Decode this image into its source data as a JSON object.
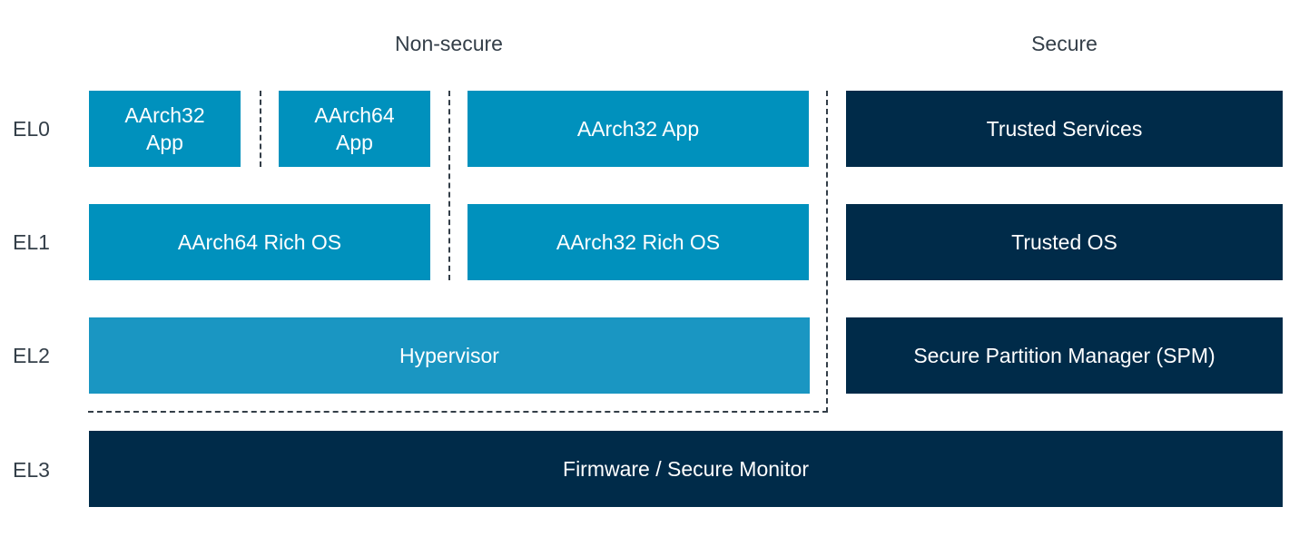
{
  "headers": {
    "nonsecure": "Non-secure",
    "secure": "Secure"
  },
  "levels": {
    "el0": "EL0",
    "el1": "EL1",
    "el2": "EL2",
    "el3": "EL3"
  },
  "nonsecure": {
    "el0": {
      "aarch32_app_small_line1": "AArch32",
      "aarch32_app_small_line2": "App",
      "aarch64_app_line1": "AArch64",
      "aarch64_app_line2": "App",
      "aarch32_app": "AArch32 App"
    },
    "el1": {
      "aarch64_rich_os": "AArch64 Rich OS",
      "aarch32_rich_os": "AArch32 Rich OS"
    },
    "el2": {
      "hypervisor": "Hypervisor"
    }
  },
  "secure": {
    "el0": "Trusted Services",
    "el1": "Trusted OS",
    "el2": "Secure Partition Manager (SPM)"
  },
  "el3": {
    "firmware": "Firmware / Secure Monitor"
  },
  "colors": {
    "nonsecure_box": "#0091bd",
    "hypervisor_box": "#1a96c2",
    "secure_box": "#002b49",
    "text_dark": "#333e48",
    "text_light": "#ffffff"
  }
}
